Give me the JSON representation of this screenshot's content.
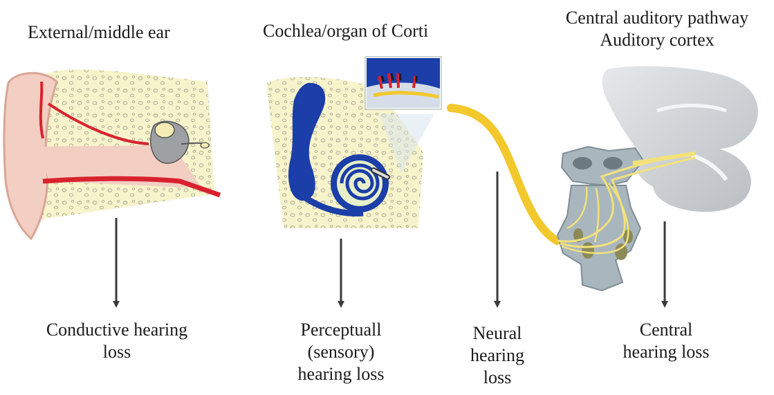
{
  "headings": {
    "external_middle_ear": "External/middle ear",
    "cochlea": "Cochlea/organ of Corti",
    "central_line1": "Central auditory pathway",
    "central_line2": "Auditory cortex"
  },
  "outcomes": {
    "conductive": [
      "Conductive hearing",
      "loss"
    ],
    "perceptual": [
      "Perceptuall",
      "(sensory)",
      "hearing loss"
    ],
    "neural": [
      "Neural",
      "hearing",
      "loss"
    ],
    "central": [
      "Central",
      "hearing loss"
    ]
  },
  "colors": {
    "skin": "#f2cfc2",
    "skin_dark": "#d9a596",
    "canal_red": "#d8222e",
    "bone": "#f7f2c8",
    "cochlea_blue": "#1b3ea8",
    "nerve_yellow": "#f3c82c",
    "brainstem_gray": "#a9b6be",
    "cortex_gray": "#cfd3d6",
    "arrow": "#3a3a3a"
  }
}
